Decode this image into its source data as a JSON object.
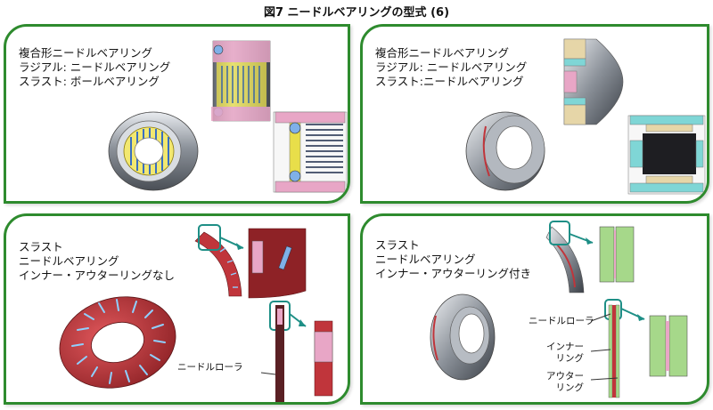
{
  "figure": {
    "title": "図7 ニードルベアリングの型式 (6)"
  },
  "panels": {
    "p1": {
      "lines": [
        "複合形ニードルベアリング",
        "ラジアル: ニードルベアリング",
        "スラスト: ボールベアリング"
      ]
    },
    "p2": {
      "lines": [
        "複合形ニードルベアリング",
        "ラジアル: ニードルベアリング",
        "スラスト:ニードルベアリング"
      ]
    },
    "p3": {
      "lines": [
        "スラスト",
        "ニードルベアリング",
        "インナー・アウターリングなし"
      ],
      "callout": "ニードルローラ"
    },
    "p4": {
      "lines": [
        "スラスト",
        "ニードルベアリング",
        "インナー・アウターリング付き"
      ],
      "callout_roller": "ニードルローラ",
      "callout_inner": [
        "インナー",
        "リング"
      ],
      "callout_outer": [
        "アウター",
        "リング"
      ]
    }
  },
  "colors": {
    "panel_border": "#2e8b2e",
    "cage_pink": "#e8a6c6",
    "cage_yellow": "#e8de4a",
    "roller_blue": "#7fb0e8",
    "ring_green": "#a6d88a",
    "washer_tan": "#e6d6a8",
    "disk_red": "#c0353b",
    "teal_arrow": "#1e8f86"
  }
}
